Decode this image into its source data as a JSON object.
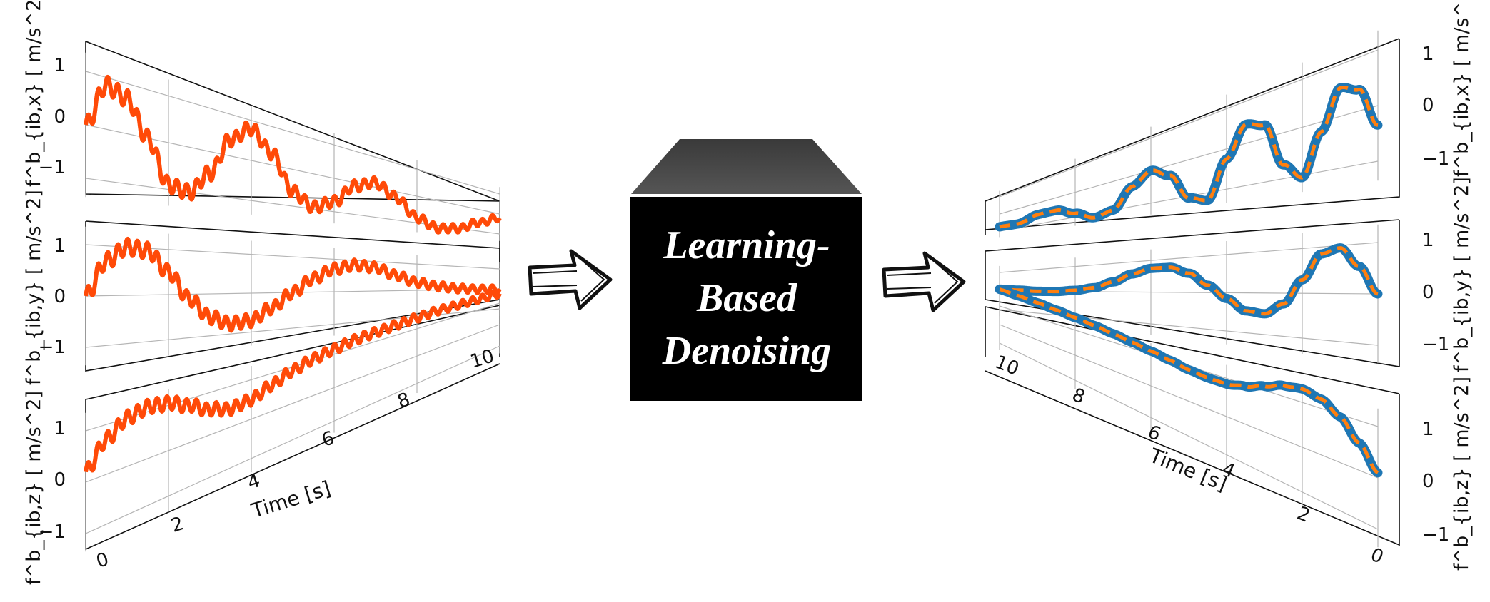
{
  "processor": {
    "label_lines": [
      "Learning-",
      "Based",
      "Denoising"
    ],
    "box_color": "#000000",
    "lid_color": "#444444"
  },
  "colors": {
    "noisy": "#ff4a08",
    "clean_outer": "#1f77b4",
    "clean_inner": "#ff7f0e"
  },
  "input_panels": {
    "axis_labels": [
      "f^b_{ib,x} [ m/s^2]",
      "f^b_{ib,y} [ m/s^2]",
      "f^b_{ib,z} [ m/s^2]"
    ],
    "y_ticks": [
      "1",
      "0",
      "−1"
    ],
    "time_ticks": [
      "0",
      "2",
      "4",
      "6",
      "8",
      "10"
    ],
    "time_label": "Time [s]"
  },
  "output_panels": {
    "axis_labels": [
      "f^b_{ib,x} [ m/s^2]",
      "f^b_{ib,y} [ m/s^2]",
      "f^b_{ib,z} [ m/s^2]"
    ],
    "y_ticks": [
      "1",
      "0",
      "−1"
    ],
    "time_ticks": [
      "10",
      "8",
      "6",
      "4",
      "2",
      "0"
    ],
    "time_label": "Time [s]"
  },
  "chart_data": [
    {
      "type": "line",
      "title": "",
      "xlabel": "Time [s]",
      "ylabel": "f^b_{ib,x} [ m/s^2]",
      "xlim": [
        0,
        10
      ],
      "ylim": [
        -1.4,
        1.4
      ],
      "series": [
        {
          "kind": "noisy",
          "x": [
            0,
            0.5,
            1,
            1.5,
            2,
            2.5,
            3,
            3.5,
            4,
            4.5,
            5,
            5.5,
            6,
            6.5,
            7,
            7.5,
            8,
            8.5,
            9,
            9.5,
            10
          ],
          "y": [
            0.0,
            0.85,
            0.7,
            0.0,
            -0.9,
            -1.0,
            -0.5,
            0.4,
            0.8,
            0.3,
            -0.6,
            -0.95,
            -0.7,
            -0.1,
            0.15,
            -0.2,
            -0.8,
            -1.1,
            -1.0,
            -0.6,
            -0.2
          ]
        }
      ]
    },
    {
      "type": "line",
      "title": "",
      "xlabel": "Time [s]",
      "ylabel": "f^b_{ib,y} [ m/s^2]",
      "xlim": [
        0,
        10
      ],
      "ylim": [
        -1.4,
        1.4
      ],
      "series": [
        {
          "kind": "noisy",
          "x": [
            0,
            0.5,
            1,
            1.5,
            2,
            2.5,
            3,
            3.5,
            4,
            4.5,
            5,
            5.5,
            6,
            6.5,
            7,
            7.5,
            8,
            8.5,
            9,
            9.5,
            10
          ],
          "y": [
            0.0,
            0.7,
            1.0,
            0.95,
            0.5,
            -0.1,
            -0.55,
            -0.75,
            -0.7,
            -0.4,
            0.0,
            0.4,
            0.7,
            0.85,
            0.8,
            0.55,
            0.3,
            0.15,
            0.05,
            0.0,
            0.0
          ]
        }
      ]
    },
    {
      "type": "line",
      "title": "",
      "xlabel": "Time [s]",
      "ylabel": "f^b_{ib,z} [ m/s^2]",
      "xlim": [
        0,
        10
      ],
      "ylim": [
        -1.4,
        1.4
      ],
      "series": [
        {
          "kind": "noisy",
          "x": [
            0,
            0.5,
            1,
            1.5,
            2,
            2.5,
            3,
            3.5,
            4,
            4.5,
            5,
            5.5,
            6,
            6.5,
            7,
            7.5,
            8,
            8.5,
            9,
            9.5,
            10
          ],
          "y": [
            0.2,
            0.7,
            1.0,
            1.1,
            1.05,
            0.85,
            0.6,
            0.45,
            0.5,
            0.7,
            0.9,
            1.05,
            1.15,
            1.25,
            1.3,
            1.35,
            1.4,
            1.45,
            1.45,
            1.45,
            1.45
          ]
        }
      ]
    },
    {
      "type": "line",
      "title": "",
      "xlabel": "Time [s]",
      "ylabel": "f^b_{ib,x} [ m/s^2]",
      "xlim": [
        0,
        10
      ],
      "ylim": [
        -1.4,
        1.4
      ],
      "series": [
        {
          "kind": "clean",
          "x": [
            0,
            0.5,
            1,
            1.5,
            2,
            2.5,
            3,
            3.5,
            4,
            4.5,
            5,
            5.5,
            6,
            6.5,
            7,
            7.5,
            8,
            8.5,
            9,
            9.5,
            10
          ],
          "y": [
            -0.35,
            0.4,
            0.55,
            -0.2,
            -1.05,
            -0.7,
            0.3,
            0.45,
            -0.25,
            -1.2,
            -1.05,
            -0.3,
            0.0,
            -0.35,
            -1.0,
            -1.15,
            -0.85,
            -0.55,
            -0.55,
            -0.8,
            -0.75
          ]
        }
      ]
    },
    {
      "type": "line",
      "title": "",
      "xlabel": "Time [s]",
      "ylabel": "f^b_{ib,y} [ m/s^2]",
      "xlim": [
        0,
        10
      ],
      "ylim": [
        -1.4,
        1.4
      ],
      "series": [
        {
          "kind": "clean",
          "x": [
            0,
            0.5,
            1,
            1.5,
            2,
            2.5,
            3,
            3.5,
            4,
            4.5,
            5,
            5.5,
            6,
            6.5,
            7,
            7.5,
            8,
            8.5,
            9,
            9.5,
            10
          ],
          "y": [
            0.0,
            0.55,
            0.95,
            0.85,
            0.3,
            -0.25,
            -0.5,
            -0.45,
            -0.15,
            0.2,
            0.55,
            0.75,
            0.75,
            0.6,
            0.35,
            0.15,
            0.05,
            0.0,
            0.0,
            0.05,
            0.1
          ]
        }
      ]
    },
    {
      "type": "line",
      "title": "",
      "xlabel": "Time [s]",
      "ylabel": "f^b_{ib,z} [ m/s^2]",
      "xlim": [
        0,
        10
      ],
      "ylim": [
        -1.4,
        1.4
      ],
      "series": [
        {
          "kind": "clean",
          "x": [
            0,
            0.5,
            1,
            1.5,
            2,
            2.5,
            3,
            3.5,
            4,
            4.5,
            5,
            5.5,
            6,
            6.5,
            7,
            7.5,
            8,
            8.5,
            9,
            9.5,
            10
          ],
          "y": [
            0.1,
            0.55,
            0.95,
            1.2,
            1.3,
            1.25,
            1.1,
            0.95,
            0.85,
            0.85,
            0.9,
            1.0,
            1.1,
            1.2,
            1.3,
            1.4,
            1.5,
            1.6,
            1.7,
            1.8,
            1.9
          ]
        }
      ]
    }
  ]
}
